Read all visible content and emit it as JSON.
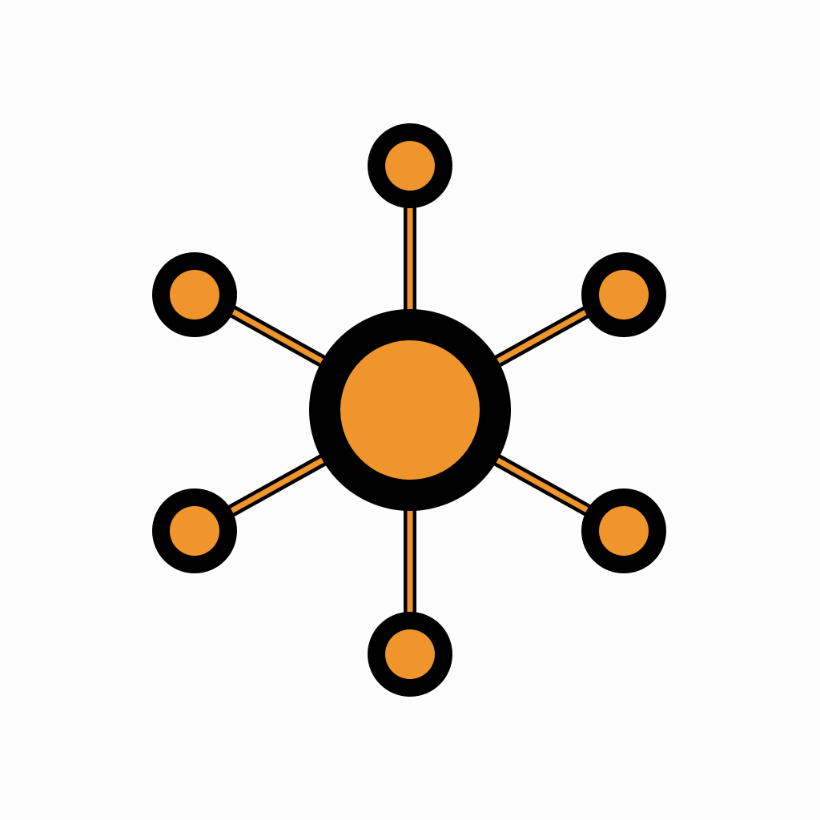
{
  "diagram": {
    "type": "hub-and-spoke network icon",
    "icon_name": "network-hub-icon",
    "hub_count": 1,
    "satellite_count": 6,
    "colors": {
      "background": "#fdfdfd",
      "node_fill": "#f0952b",
      "outline": "#000000",
      "connector_fill": "#f0952b"
    }
  }
}
